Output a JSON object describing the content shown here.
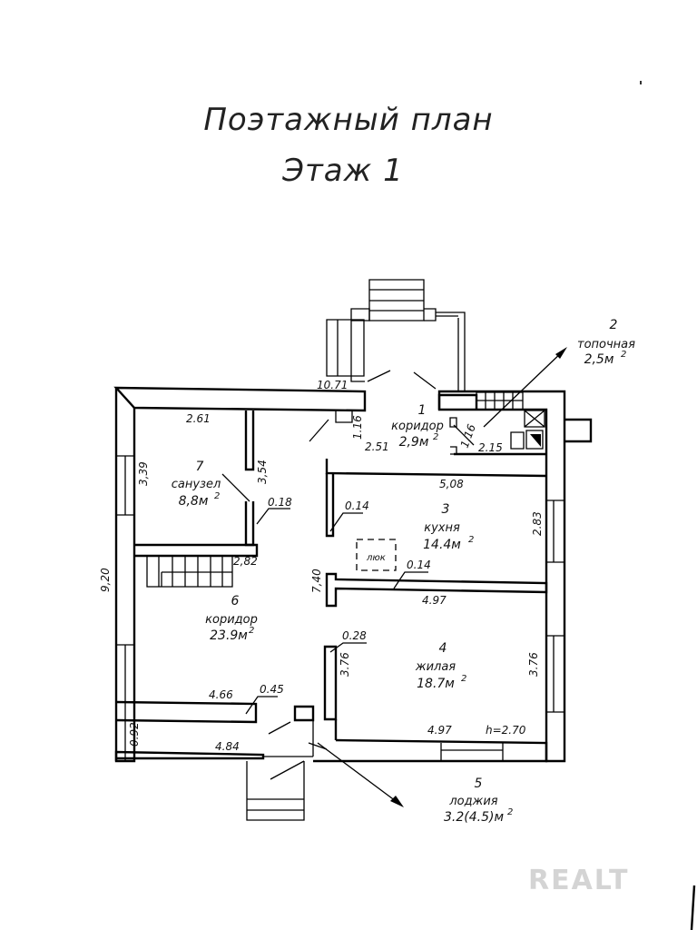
{
  "title": {
    "line1": "Поэтажный план",
    "line2": "Этаж 1"
  },
  "rooms": [
    {
      "number": "1",
      "name": "коридор",
      "area": "2,9м",
      "unit_sup": "2"
    },
    {
      "number": "2",
      "name": "топочная",
      "area": "2,5м",
      "unit_sup": "2"
    },
    {
      "number": "3",
      "name": "кухня",
      "area": "14.4м",
      "unit_sup": "2"
    },
    {
      "number": "4",
      "name": "жилая",
      "area": "18.7м",
      "unit_sup": "2"
    },
    {
      "number": "5",
      "name": "лоджия",
      "area": "3.2(4.5)м",
      "unit_sup": "2"
    },
    {
      "number": "6",
      "name": "коридор",
      "area": "23.9м",
      "unit_sup": "2"
    },
    {
      "number": "7",
      "name": "санузел",
      "area": "8,8м",
      "unit_sup": "2"
    }
  ],
  "dimensions": {
    "overall_width": "10.71",
    "overall_height": "9,20",
    "hall_height_left": "1.16",
    "hall_width": "2.51",
    "hall_height_right": "1.16",
    "boiler_width": "2.15",
    "bath_width": "2.61",
    "bath_height": "3,39",
    "bath_partition": "3,54",
    "bath_wall": "0.18",
    "stair_width": "2,82",
    "inner_depth": "7,40",
    "kitchen_width": "5,08",
    "kitchen_height": "2.83",
    "kitchen_wall_top": "0.14",
    "kitchen_wall_bottom": "0.14",
    "living_width_top": "4.97",
    "living_wall": "0.28",
    "living_height_left": "3.76",
    "living_height_right": "3.76",
    "living_width_bottom": "4.97",
    "ceiling_height": "h=2.70",
    "corridor_partition_width": "4.66",
    "corridor_partition_thickness": "0.45",
    "loggia_width": "4.84",
    "loggia_depth": "0.92"
  },
  "hatch_label": "люк",
  "watermark": "REALT"
}
